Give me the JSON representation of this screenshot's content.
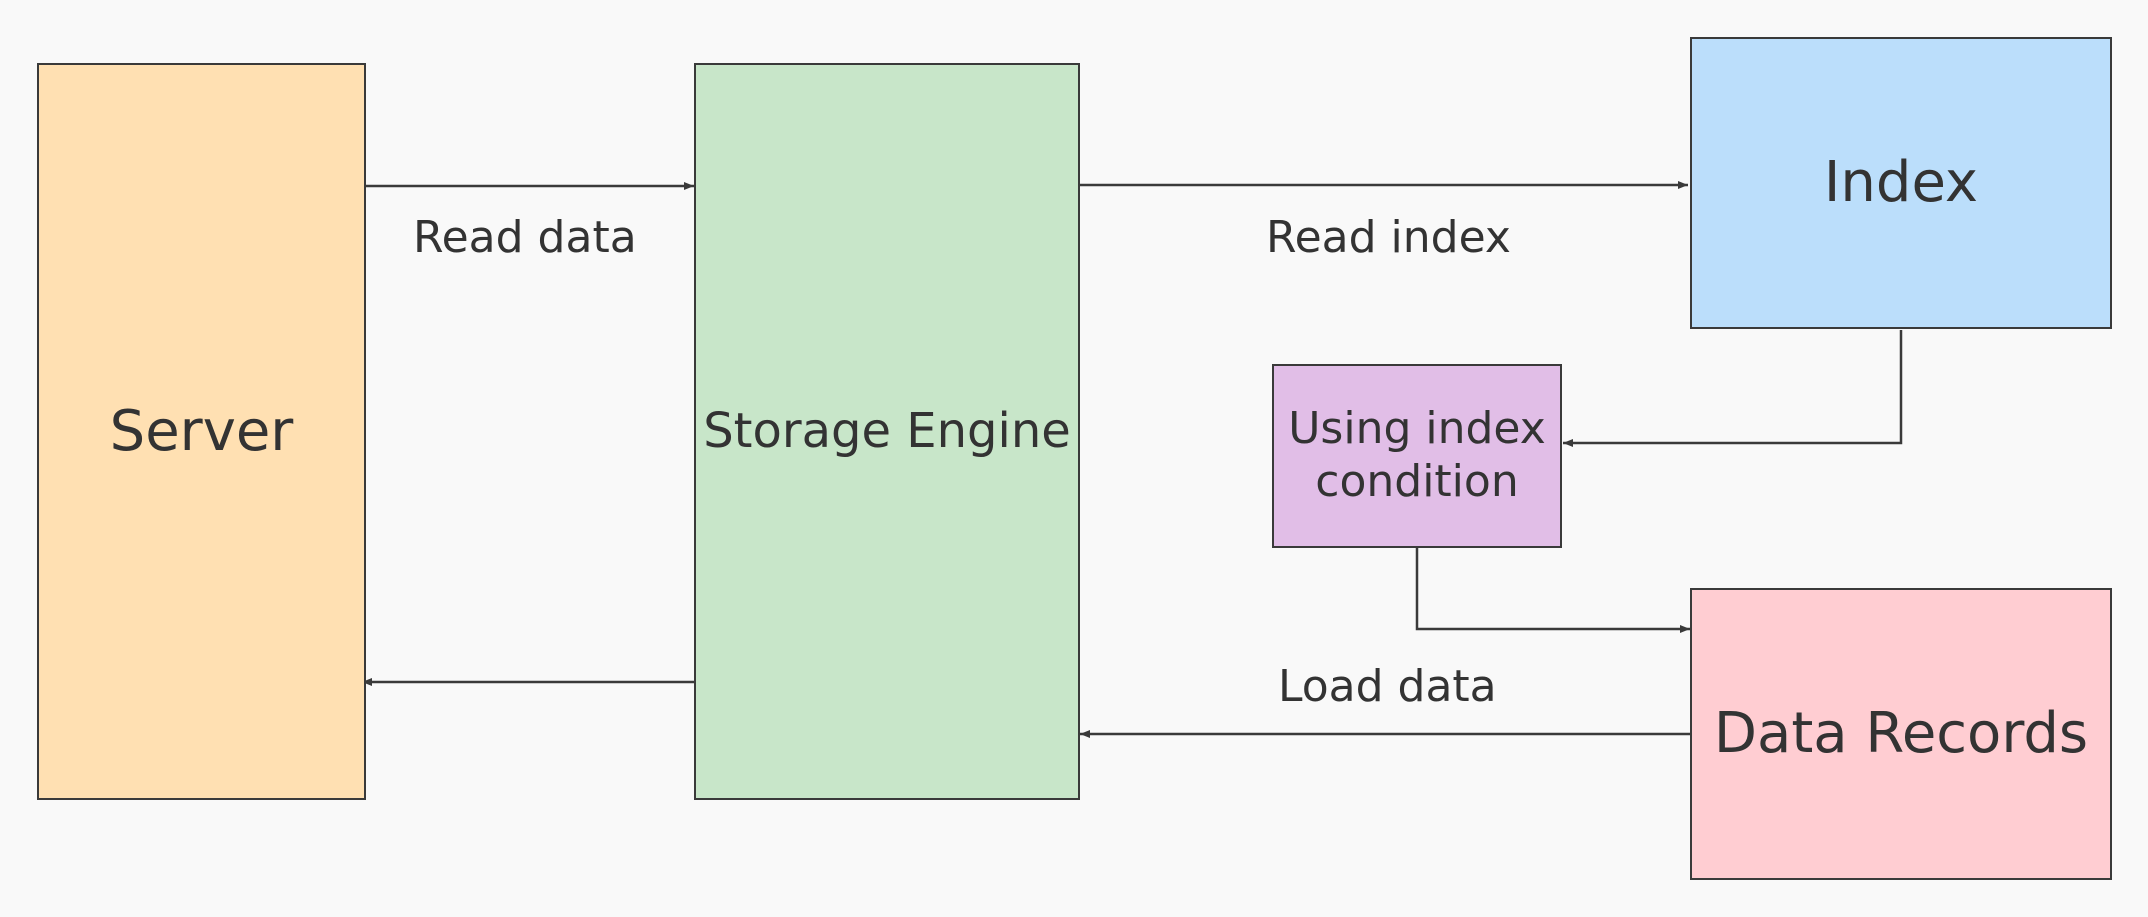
{
  "nodes": {
    "server": {
      "label": "Server",
      "color": "#ffe0b2"
    },
    "storage_engine": {
      "label": "Storage Engine",
      "color": "#c8e6c9"
    },
    "index": {
      "label": "Index",
      "color": "#bbdefb"
    },
    "icp": {
      "label_line1": "Using index",
      "label_line2": "condition",
      "color": "#e1bee7"
    },
    "data_records": {
      "label": "Data Records",
      "color": "#ffcdd2"
    }
  },
  "edges": {
    "read_data": {
      "label": "Read data"
    },
    "read_index": {
      "label": "Read index"
    },
    "load_data": {
      "label": "Load data"
    }
  },
  "colors": {
    "background": "#f9f9f9",
    "stroke": "#3a3a3a",
    "text": "#333333"
  }
}
